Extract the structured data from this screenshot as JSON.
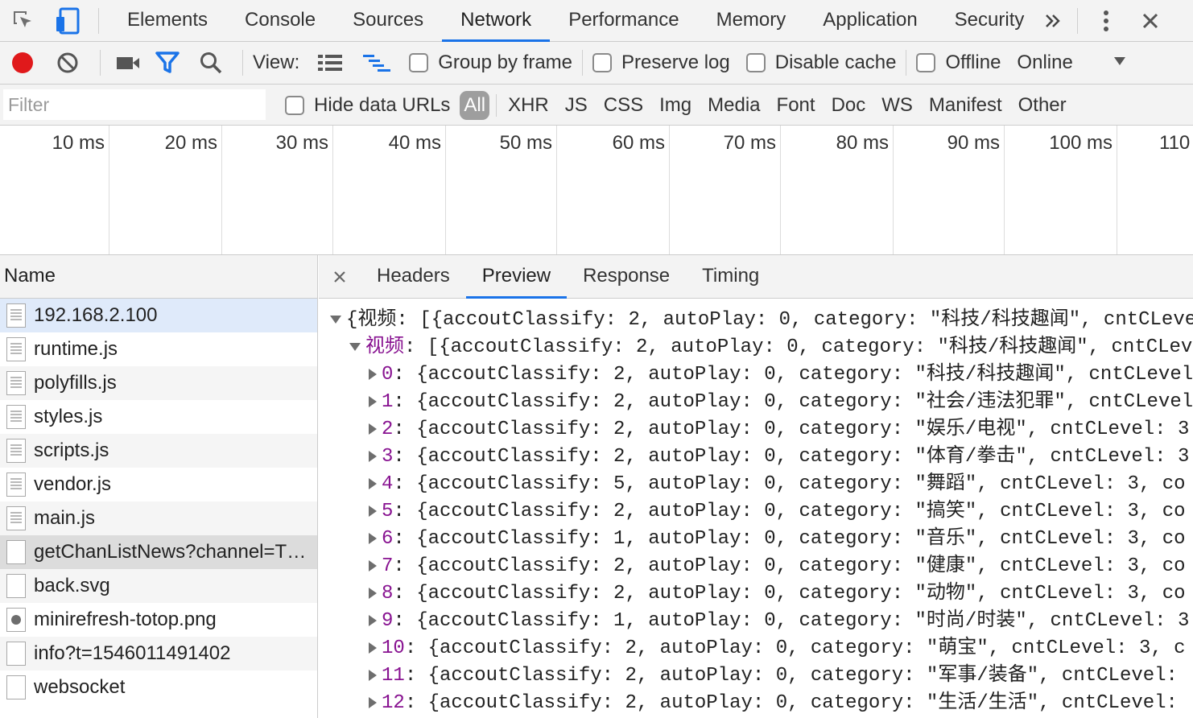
{
  "tabs": [
    "Elements",
    "Console",
    "Sources",
    "Network",
    "Performance",
    "Memory",
    "Application",
    "Security"
  ],
  "active_tab": "Network",
  "toolbar": {
    "view_label": "View:",
    "group_by_frame": "Group by frame",
    "preserve_log": "Preserve log",
    "disable_cache": "Disable cache",
    "offline": "Offline",
    "throttle_value": "Online"
  },
  "filter": {
    "placeholder": "Filter",
    "hide_data_urls": "Hide data URLs",
    "types": [
      "All",
      "XHR",
      "JS",
      "CSS",
      "Img",
      "Media",
      "Font",
      "Doc",
      "WS",
      "Manifest",
      "Other"
    ]
  },
  "timeline": {
    "ticks": [
      "10 ms",
      "20 ms",
      "30 ms",
      "40 ms",
      "50 ms",
      "60 ms",
      "70 ms",
      "80 ms",
      "90 ms",
      "100 ms",
      "110"
    ]
  },
  "requests": {
    "header": "Name",
    "items": [
      "192.168.2.100",
      "runtime.js",
      "polyfills.js",
      "styles.js",
      "scripts.js",
      "vendor.js",
      "main.js",
      "getChanListNews?channel=T…",
      "back.svg",
      "minirefresh-totop.png",
      "info?t=1546011491402",
      "websocket"
    ]
  },
  "detail": {
    "tabs": [
      "Headers",
      "Preview",
      "Response",
      "Timing"
    ],
    "active_tab": "Preview",
    "preview_lines": [
      "{视频: [{accoutClassify: 2, autoPlay: 0, category: \"科技/科技趣闻\", cntCLeve",
      "视频",
      ": [{accoutClassify: 2, autoPlay: 0, category: \"科技/科技趣闻\", cntCLev",
      ": {accoutClassify: 2, autoPlay: 0, category: \"科技/科技趣闻\", cntCLevel",
      ": {accoutClassify: 2, autoPlay: 0, category: \"社会/违法犯罪\", cntCLevel",
      ": {accoutClassify: 2, autoPlay: 0, category: \"娱乐/电视\", cntCLevel: 3",
      ": {accoutClassify: 2, autoPlay: 0, category: \"体育/拳击\", cntCLevel: 3",
      ": {accoutClassify: 5, autoPlay: 0, category: \"舞蹈\", cntCLevel: 3, co",
      ": {accoutClassify: 2, autoPlay: 0, category: \"搞笑\", cntCLevel: 3, co",
      ": {accoutClassify: 1, autoPlay: 0, category: \"音乐\", cntCLevel: 3, co",
      ": {accoutClassify: 2, autoPlay: 0, category: \"健康\", cntCLevel: 3, co",
      ": {accoutClassify: 2, autoPlay: 0, category: \"动物\", cntCLevel: 3, co",
      ": {accoutClassify: 1, autoPlay: 0, category: \"时尚/时装\", cntCLevel: 3",
      ": {accoutClassify: 2, autoPlay: 0, category: \"萌宝\", cntCLevel: 3, c",
      ": {accoutClassify: 2, autoPlay: 0, category: \"军事/装备\", cntCLevel:",
      ": {accoutClassify: 2, autoPlay: 0, category: \"生活/生活\", cntCLevel:"
    ],
    "indices": [
      "0",
      "1",
      "2",
      "3",
      "4",
      "5",
      "6",
      "7",
      "8",
      "9",
      "10",
      "11",
      "12"
    ]
  },
  "colors": {
    "accent": "#1a73e8",
    "record": "#e0191b",
    "filter_icon": "#1a73e8"
  }
}
